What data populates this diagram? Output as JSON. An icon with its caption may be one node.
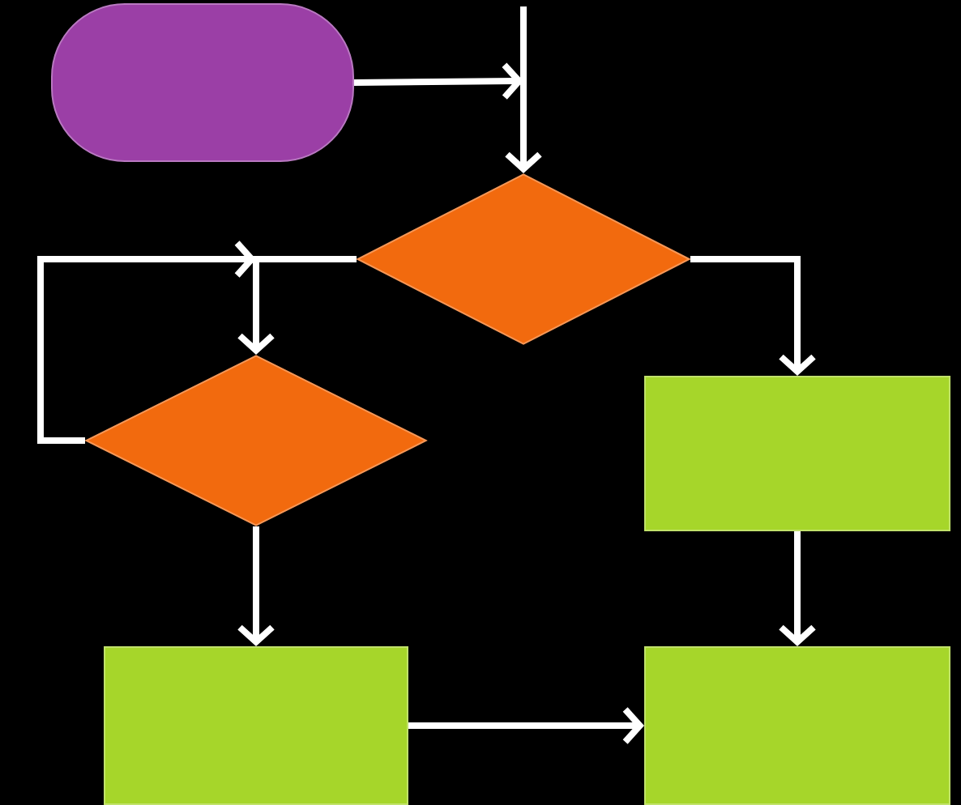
{
  "diagram": {
    "nodes": [
      {
        "text": [],
        "shape": "pill"
      },
      {
        "text": [],
        "shape": "diamond"
      },
      {
        "text": [],
        "shape": "diamond"
      },
      {
        "text": [],
        "shape": "box"
      },
      {
        "text": [],
        "shape": "box"
      },
      {
        "text": [],
        "shape": "box"
      }
    ],
    "edges": [
      {
        "from": 0,
        "to": 1,
        "arrow": "to"
      },
      {
        "from": null,
        "to": 1,
        "arrow": "to"
      },
      {
        "from": 1,
        "to": 3,
        "arrow": "to"
      },
      {
        "from": 1,
        "to": 2,
        "arrow": "to"
      },
      {
        "from": 2,
        "to": 2,
        "arrow": "to"
      },
      {
        "from": 2,
        "to": 4,
        "arrow": "to"
      },
      {
        "from": 3,
        "to": 5,
        "arrow": "to"
      },
      {
        "from": 4,
        "to": 5,
        "arrow": "to"
      }
    ]
  }
}
